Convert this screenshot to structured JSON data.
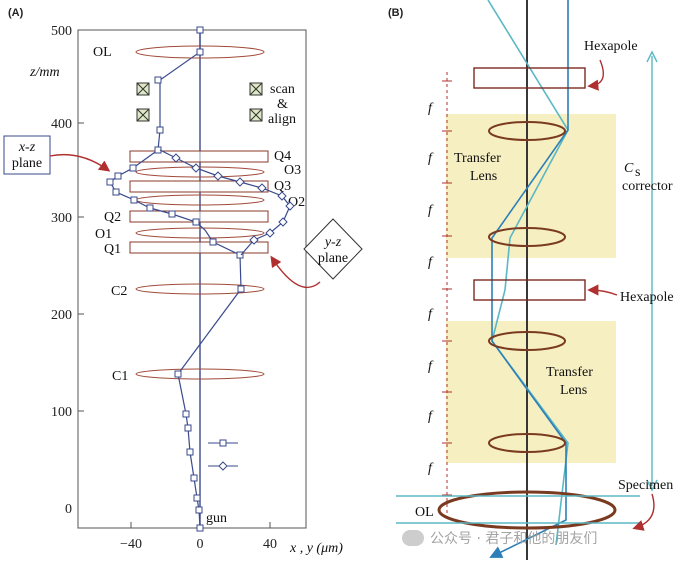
{
  "panel_a": {
    "label": "(A)",
    "axis": {
      "y_unit_label": "z/mm",
      "x_unit_label": "x , y (μm)",
      "y_ticks": [
        "0",
        "100",
        "200",
        "300",
        "400",
        "500"
      ],
      "x_ticks": [
        "−40",
        "0",
        "40"
      ],
      "y_values": [
        0,
        100,
        200,
        300,
        400,
        500
      ],
      "x_values": [
        -40,
        0,
        40
      ]
    },
    "lens_labels": [
      "OL",
      "C2",
      "C1",
      "gun"
    ],
    "quad_labels": [
      "Q4",
      "Q3",
      "Q2",
      "Q1"
    ],
    "octupole_labels": [
      "O3",
      "O2",
      "O1"
    ],
    "legend_scan": "scan",
    "legend_amp": "&",
    "legend_align": "align",
    "xz_plane": [
      "x-z",
      "plane"
    ],
    "yz_plane": [
      "y-z",
      "plane"
    ]
  },
  "panel_b": {
    "label": "(B)",
    "hexapole_top": "Hexapole",
    "hexapole_mid": "Hexapole",
    "transfer_lens_1": [
      "Transfer",
      "Lens"
    ],
    "transfer_lens_2": [
      "Transfer",
      "Lens"
    ],
    "cs_symbol": "C",
    "cs_sub": "s",
    "cs_word": "corrector",
    "specimen": "Specimen",
    "ol": "OL",
    "focal": "f"
  },
  "watermark": "公众号 · 君子和他的朋友们",
  "colors": {
    "lens": "#8b3a2a",
    "ray_xz": "#3a4a8c",
    "ray_cyan": "#5ab8c4",
    "ray_blue": "#2c7fb8",
    "highlight": "#f6efc2",
    "arrow_red": "#b03030"
  }
}
